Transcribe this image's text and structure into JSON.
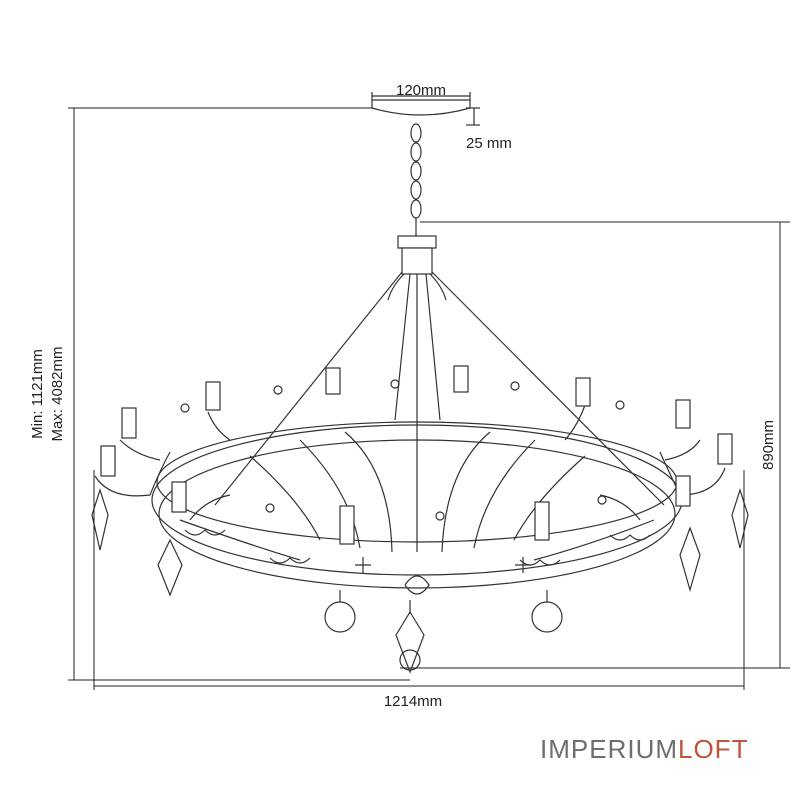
{
  "dimensions": {
    "canopy_width": "120mm",
    "canopy_height": "25 mm",
    "body_height": "890mm",
    "overall_width": "1214mm",
    "drop_min": "Min: 1121mm",
    "drop_max": "Max: 4082mm"
  },
  "brand": {
    "part1": "IMPERIUM",
    "part2": "LOFT",
    "color_primary": "#6e6e6e",
    "color_accent": "#c1543a"
  }
}
